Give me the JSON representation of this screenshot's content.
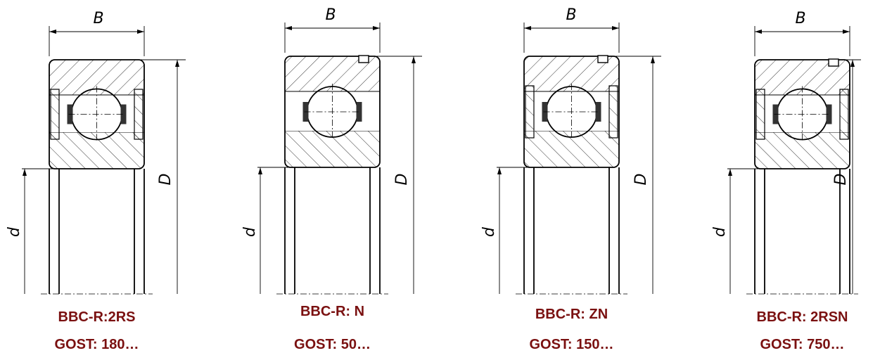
{
  "labels": {
    "width": "B",
    "outer_diameter": "D",
    "bore": "d"
  },
  "bearings": [
    {
      "type": "2RS",
      "model": "BBC-R:2RS",
      "gost": "GOST: 180…",
      "groove": false,
      "seals": true
    },
    {
      "type": "N",
      "model": "BBC-R: N",
      "gost": "GOST: 50…",
      "groove": true,
      "seals": false
    },
    {
      "type": "ZN",
      "model": "BBC-R: ZN",
      "gost": "GOST: 150…",
      "groove": true,
      "seals": true
    },
    {
      "type": "2RSN",
      "model": "BBC-R: 2RSN",
      "gost": "GOST: 750…",
      "groove": true,
      "seals": true
    }
  ],
  "colors": {
    "caption": "#7a1010",
    "line": "#000000"
  }
}
